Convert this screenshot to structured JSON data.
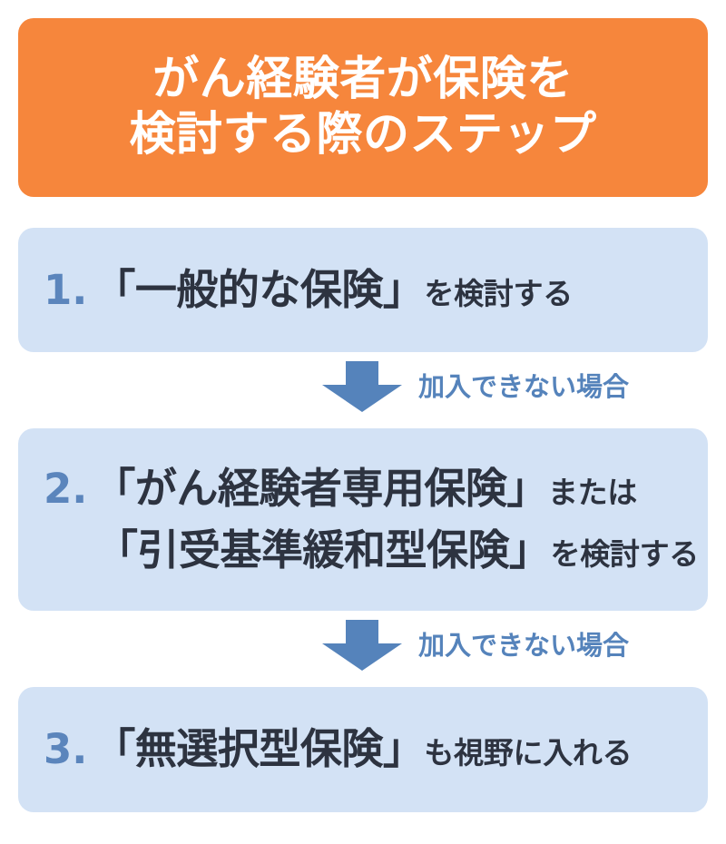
{
  "colors": {
    "header_bg": "#f6863c",
    "header_text": "#ffffff",
    "step_bg": "#d3e2f5",
    "step_number": "#5b85bc",
    "step_text": "#2d3340",
    "arrow": "#5583bb",
    "page_bg": "#ffffff"
  },
  "header": {
    "line1": "がん経験者が保険を",
    "line2": "検討する際のステップ"
  },
  "steps": [
    {
      "number": "1.",
      "lines": [
        {
          "main": "「一般的な保険」",
          "sub": "を検討する"
        }
      ]
    },
    {
      "number": "2.",
      "lines": [
        {
          "main": "「がん経験者専用保険」",
          "sub": "または"
        },
        {
          "main": "「引受基準緩和型保険」",
          "sub": "を検討する"
        }
      ]
    },
    {
      "number": "3.",
      "lines": [
        {
          "main": "「無選択型保険」",
          "sub": "も視野に入れる"
        }
      ]
    }
  ],
  "connectors": [
    {
      "icon": "arrow-down-icon",
      "label": "加入できない場合"
    },
    {
      "icon": "arrow-down-icon",
      "label": "加入できない場合"
    }
  ]
}
